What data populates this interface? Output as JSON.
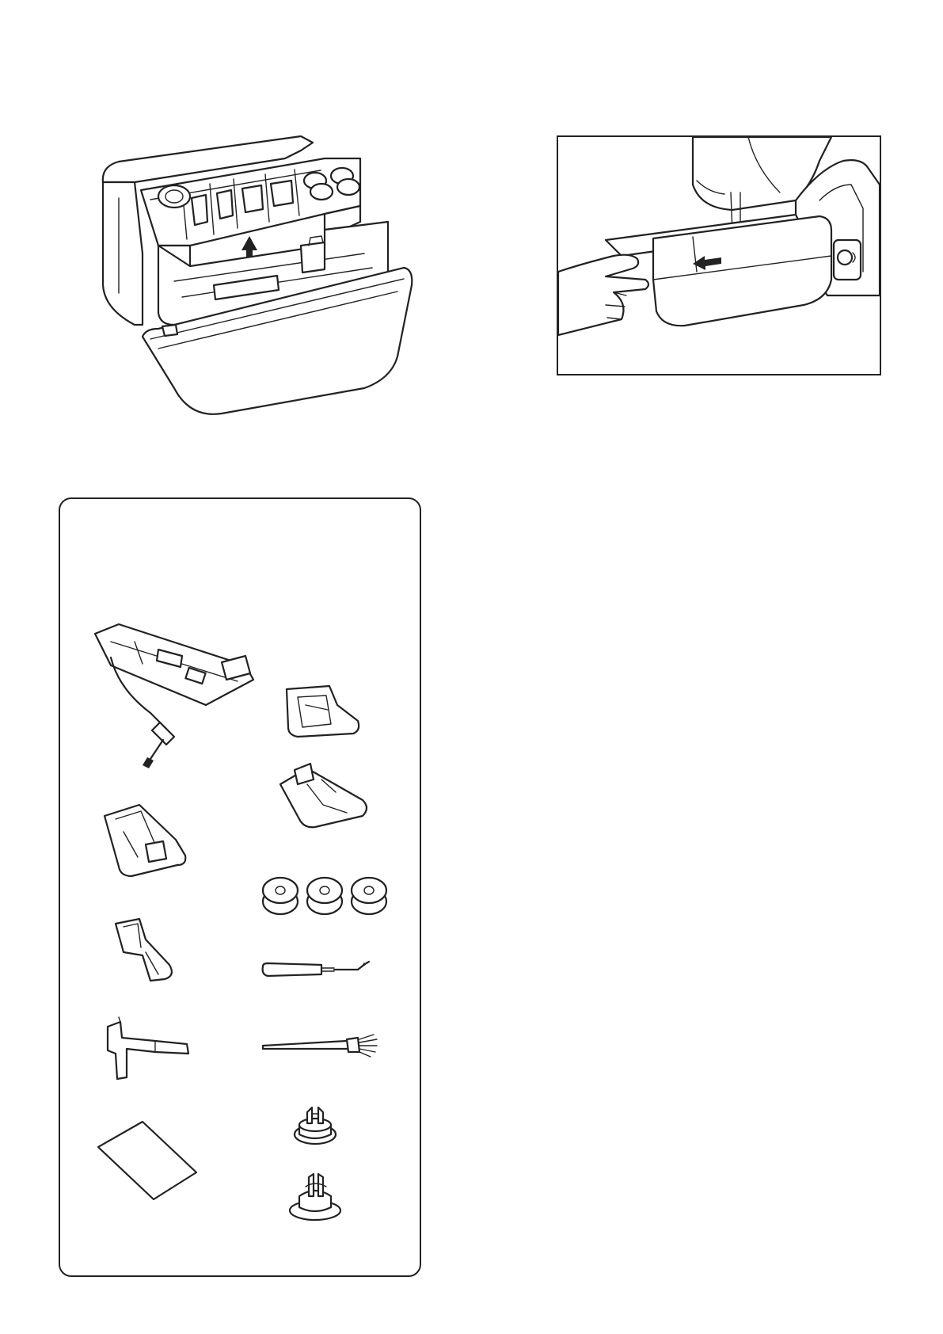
{
  "page": {
    "figure_accessory_box": "illustration",
    "figure_removing_extension_table": "illustration"
  },
  "accessories": {
    "items": [
      "buttonhole-foot",
      "satin-stitch-foot",
      "overcasting-foot",
      "zipper-foot",
      "bobbins",
      "blind-hem-foot",
      "seam-ripper",
      "screwdriver",
      "lint-brush",
      "felt-pad",
      "spool-holder-small",
      "spool-holder-large"
    ]
  },
  "colors": {
    "line": "#222222",
    "background": "#ffffff"
  }
}
